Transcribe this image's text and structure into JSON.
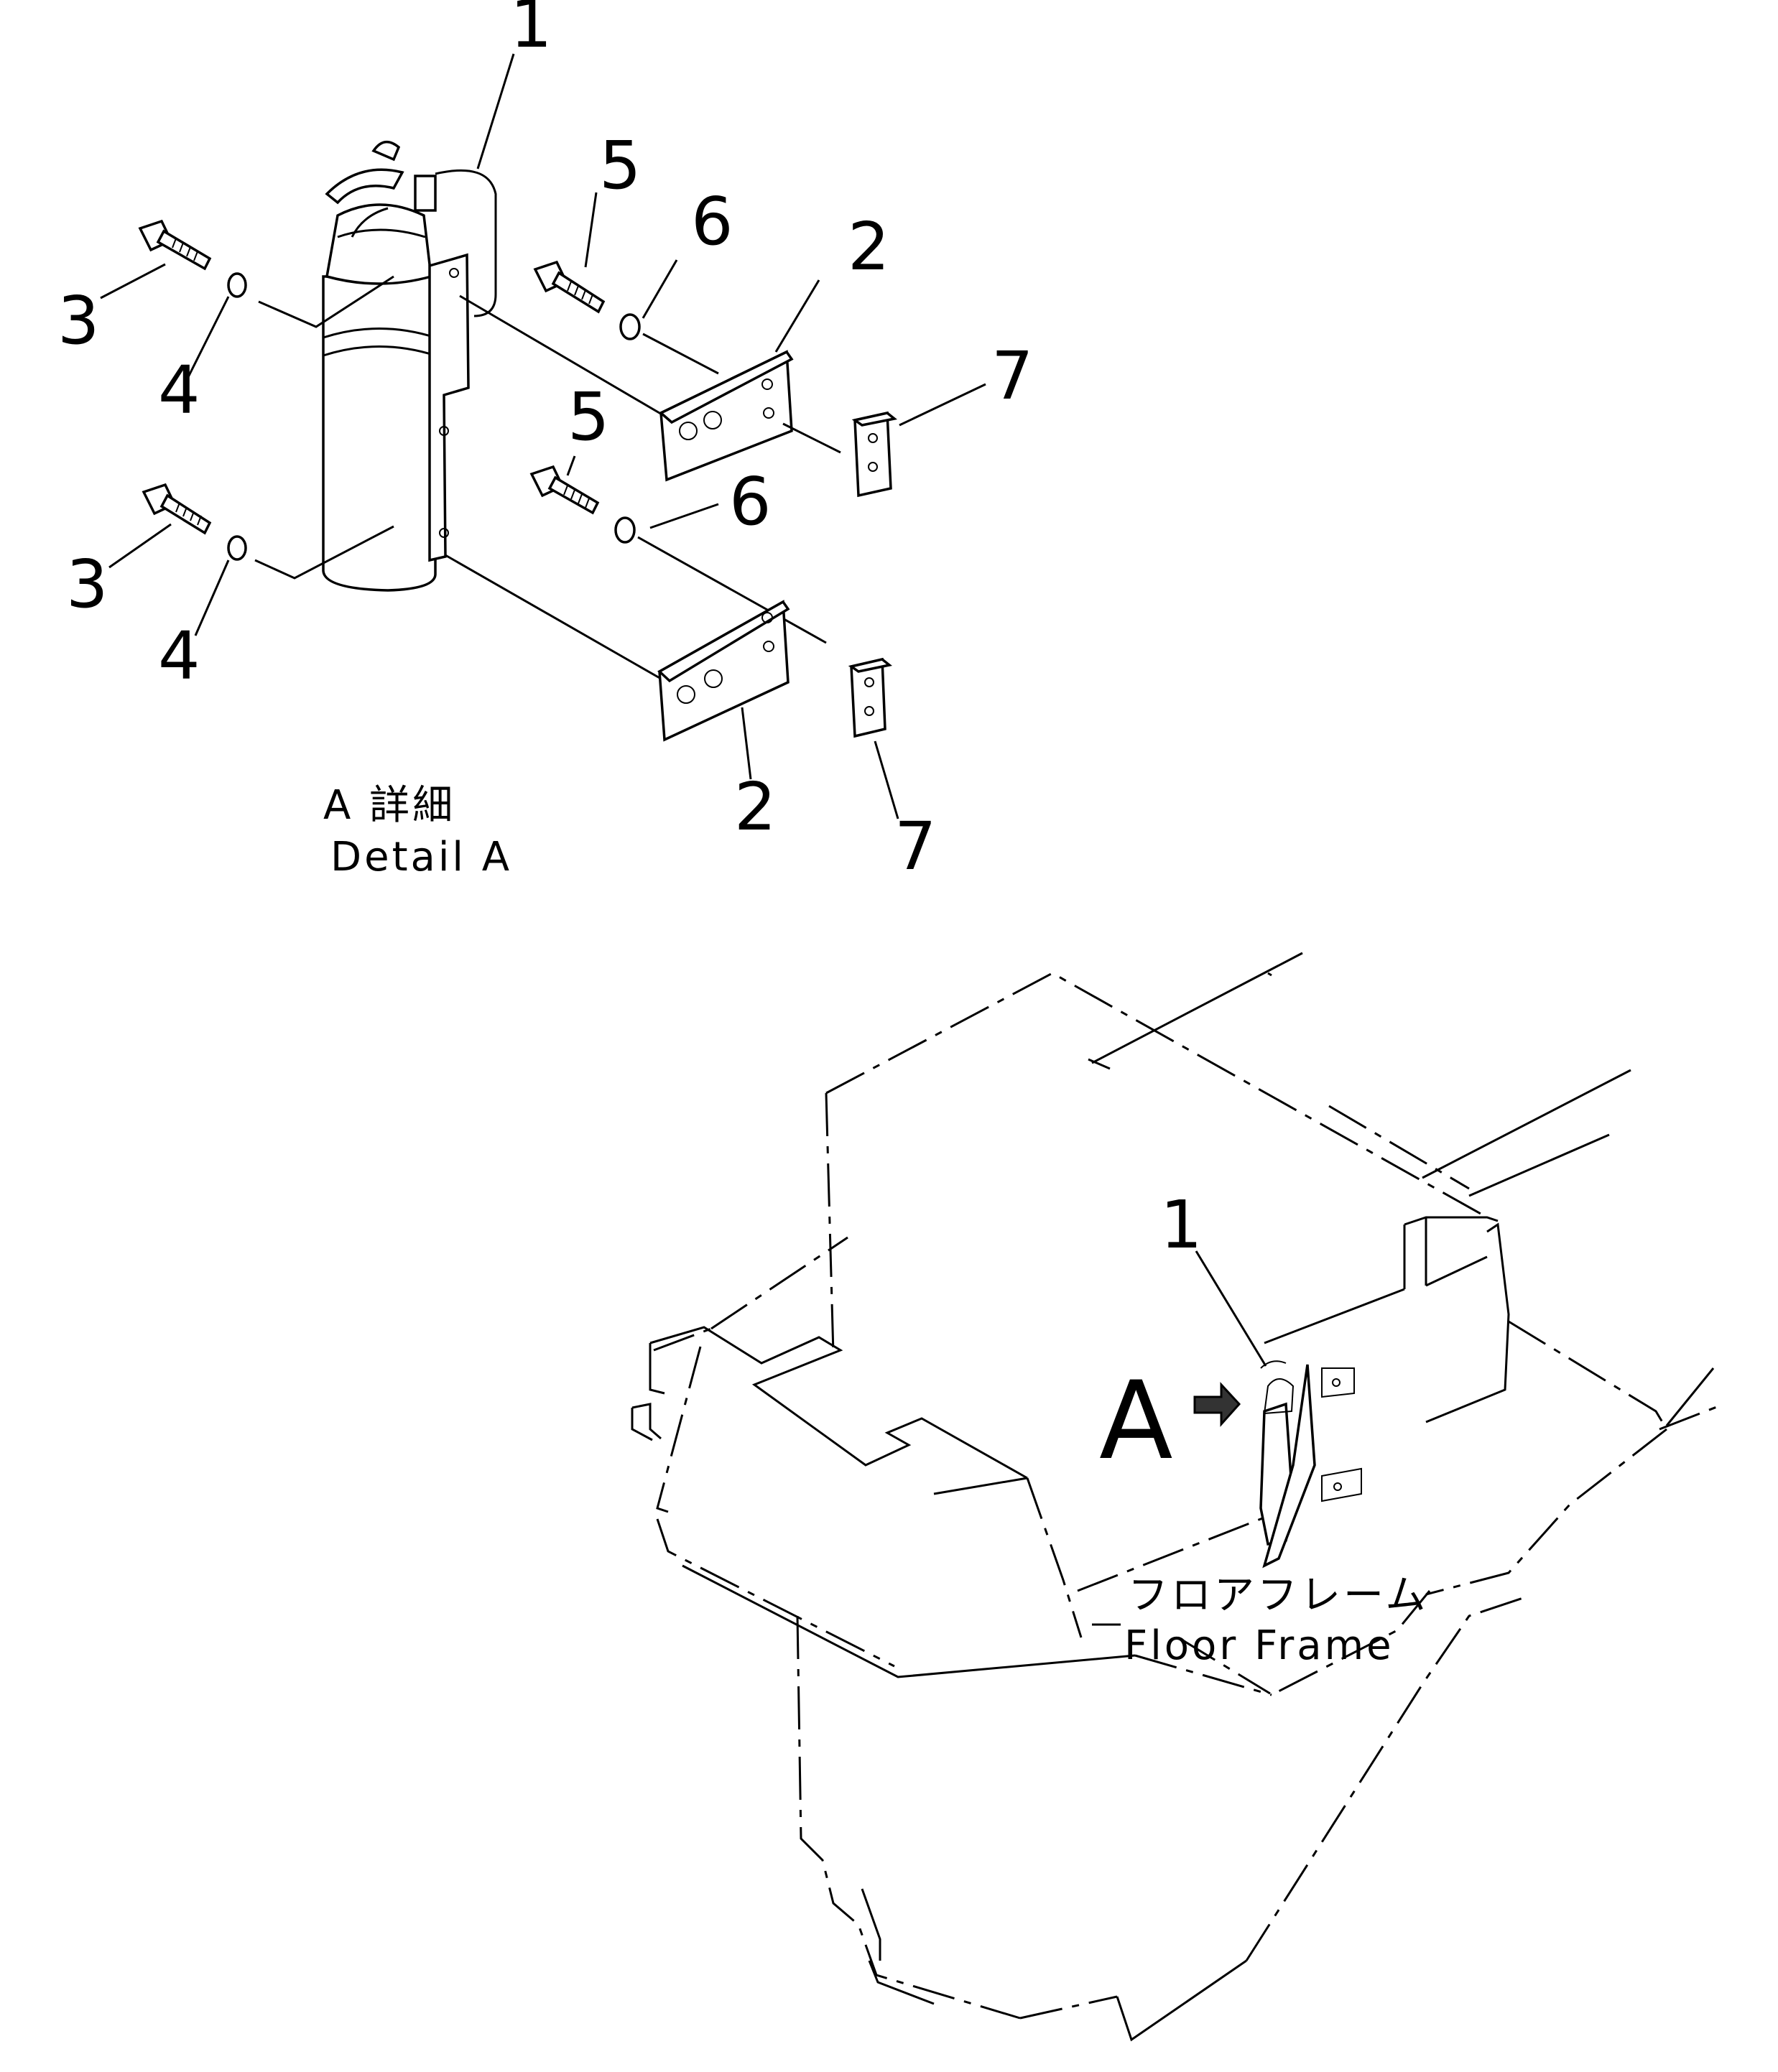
{
  "detail": {
    "caption_jp": "A 詳細",
    "caption_en": "Detail A"
  },
  "callouts": [
    {
      "id": "c1",
      "text": "1"
    },
    {
      "id": "c5a",
      "text": "5"
    },
    {
      "id": "c6a",
      "text": "6"
    },
    {
      "id": "c2a",
      "text": "2"
    },
    {
      "id": "c3a",
      "text": "3"
    },
    {
      "id": "c4a",
      "text": "4"
    },
    {
      "id": "c7a",
      "text": "7"
    },
    {
      "id": "c5b",
      "text": "5"
    },
    {
      "id": "c6b",
      "text": "6"
    },
    {
      "id": "c3b",
      "text": "3"
    },
    {
      "id": "c4b",
      "text": "4"
    },
    {
      "id": "c2b",
      "text": "2"
    },
    {
      "id": "c7b",
      "text": "7"
    },
    {
      "id": "c1b",
      "text": "1"
    }
  ],
  "overview": {
    "view_marker": "A",
    "floor_frame_jp": "フロアフレーム",
    "floor_frame_en": "Floor Frame"
  },
  "icons": [
    "fire-extinguisher-icon",
    "view-arrow-icon",
    "bolt-icon",
    "washer-icon",
    "bracket-icon",
    "spacer-block-icon"
  ]
}
